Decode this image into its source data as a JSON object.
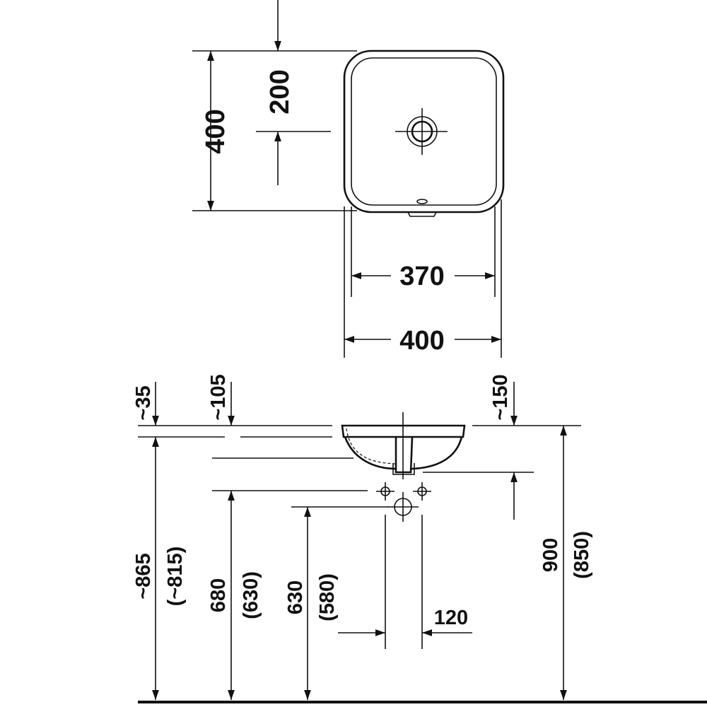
{
  "top_view": {
    "depth_total": "400",
    "drain_offset": "200",
    "inner_width": "370",
    "outer_width": "400"
  },
  "side_view": {
    "rim_offset_left": "~35",
    "drain_offset": "~105",
    "rim_offset_right": "~150",
    "height_rim_left": "~865",
    "height_rim_left_alt": "(~815)",
    "height_water": "680",
    "height_water_alt": "(630)",
    "height_waste": "630",
    "height_waste_alt": "(580)",
    "tap_spacing": "120",
    "height_total": "900",
    "height_total_alt": "(850)"
  }
}
